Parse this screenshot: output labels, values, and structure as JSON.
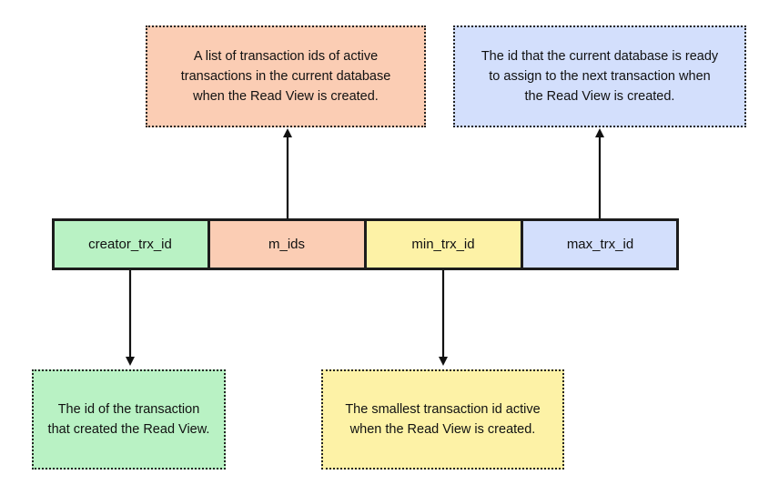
{
  "fields": [
    {
      "label": "creator_trx_id",
      "color": "#b9f2c4"
    },
    {
      "label": "m_ids",
      "color": "#fbcdb4"
    },
    {
      "label": "min_trx_id",
      "color": "#fdf2a6"
    },
    {
      "label": "max_trx_id",
      "color": "#d3dffc"
    }
  ],
  "notes": {
    "m_ids": {
      "text": "A list of transaction ids of active\ntransactions in the current database\nwhen the Read View is created.",
      "color": "#fbcdb4"
    },
    "max_trx_id": {
      "text": "The id that the current database is ready\nto assign to the next transaction when\nthe Read View is created.",
      "color": "#d3dffc"
    },
    "creator_trx_id": {
      "text": "The id of the transaction\nthat created the Read View.",
      "color": "#b9f2c4"
    },
    "min_trx_id": {
      "text": "The smallest transaction id active\nwhen the Read View is created.",
      "color": "#fdf2a6"
    }
  }
}
